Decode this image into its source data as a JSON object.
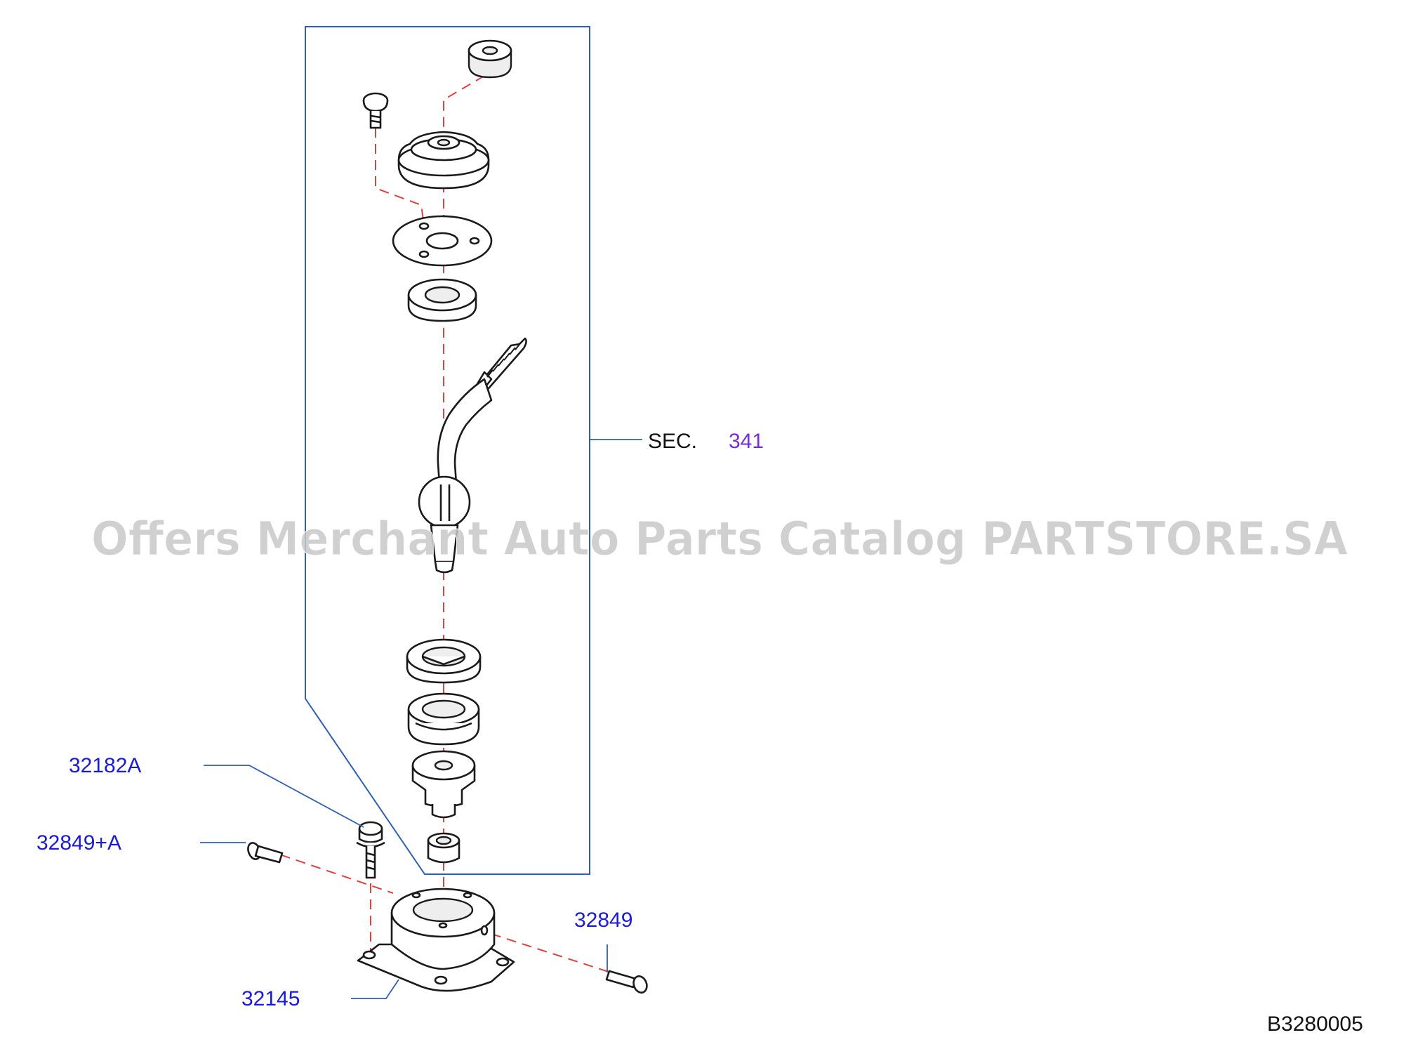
{
  "diagram": {
    "section_prefix": "SEC.",
    "section_number": "341",
    "figure_code": "B3280005",
    "watermark": "Offers Merchant Auto Parts Catalog PARTSTORE.SA",
    "callouts": [
      {
        "id": "32182A",
        "label": "32182A"
      },
      {
        "id": "32849A",
        "label": "32849+A"
      },
      {
        "id": "32849",
        "label": "32849"
      },
      {
        "id": "32145",
        "label": "32145"
      }
    ],
    "colors": {
      "callout": "#1b1bd6",
      "section_number": "#7a2bd9",
      "leader": "#2f5fb0",
      "centerline": "#e04040"
    }
  }
}
